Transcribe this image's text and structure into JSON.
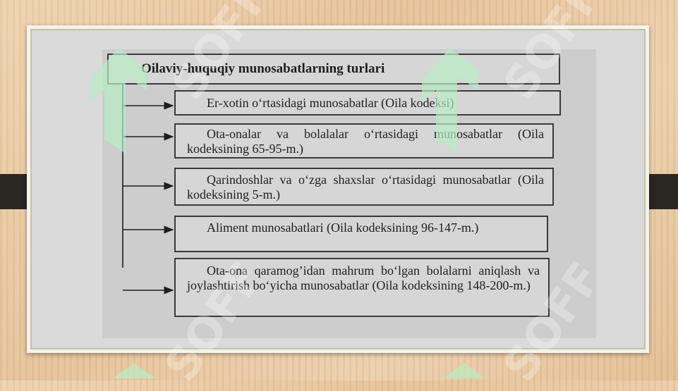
{
  "diagram": {
    "title": "Oilaviy-huquqiy munosabatlarning turlari",
    "items": [
      {
        "text": "Er-xotin o‘rtasidagi munosabatlar (Oila kodeksi)"
      },
      {
        "text": "Ota-onalar va bolalalar o‘rtasidagi munosabatlar (Oila kodeksining 65-95-m.)"
      },
      {
        "text": "Qarindoshlar va o‘zga shaxslar o‘rtasidagi munosabatlar (Oila kodeksining 5-m.)"
      },
      {
        "text": "Aliment munosabatlari (Oila kodeksining 96-147-m.)"
      },
      {
        "text": "Ota-ona qaramog’idan mahrum bo‘lgan bolalarni aniqlash va joylashtirish bo‘yicha munosabatlar (Oila kodeksining 148-200-m.)"
      }
    ]
  },
  "watermark": {
    "text": "SOFF",
    "color": "#ffffff",
    "mark_color": "#b8ecc4"
  },
  "colors": {
    "background": "#e9c8a2",
    "frame": "#f5f3ee",
    "panel": "#d9dad9",
    "box_border": "#3a3a3a",
    "side_tab": "#2a2622"
  }
}
